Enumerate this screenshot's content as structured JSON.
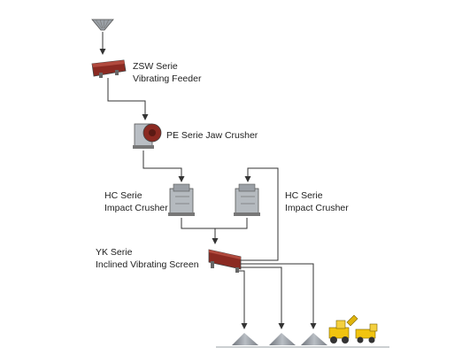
{
  "machines": {
    "feeder": {
      "line1": "ZSW Serie",
      "line2": "Vibrating Feeder"
    },
    "jaw": {
      "line1": "PE Serie Jaw Crusher"
    },
    "impact_left": {
      "line1": "HC Serie",
      "line2": "Impact Crusher"
    },
    "impact_right": {
      "line1": "HC Serie",
      "line2": "Impact Crusher"
    },
    "screen": {
      "line1": "YK Serie",
      "line2": "Inclined Vibrating Screen"
    }
  },
  "colors": {
    "line": "#333333",
    "machine_red": "#8b2a22",
    "machine_gray": "#9aa0a6",
    "loader_yellow": "#f1c40f",
    "pile_gray": "#8a8f95"
  }
}
